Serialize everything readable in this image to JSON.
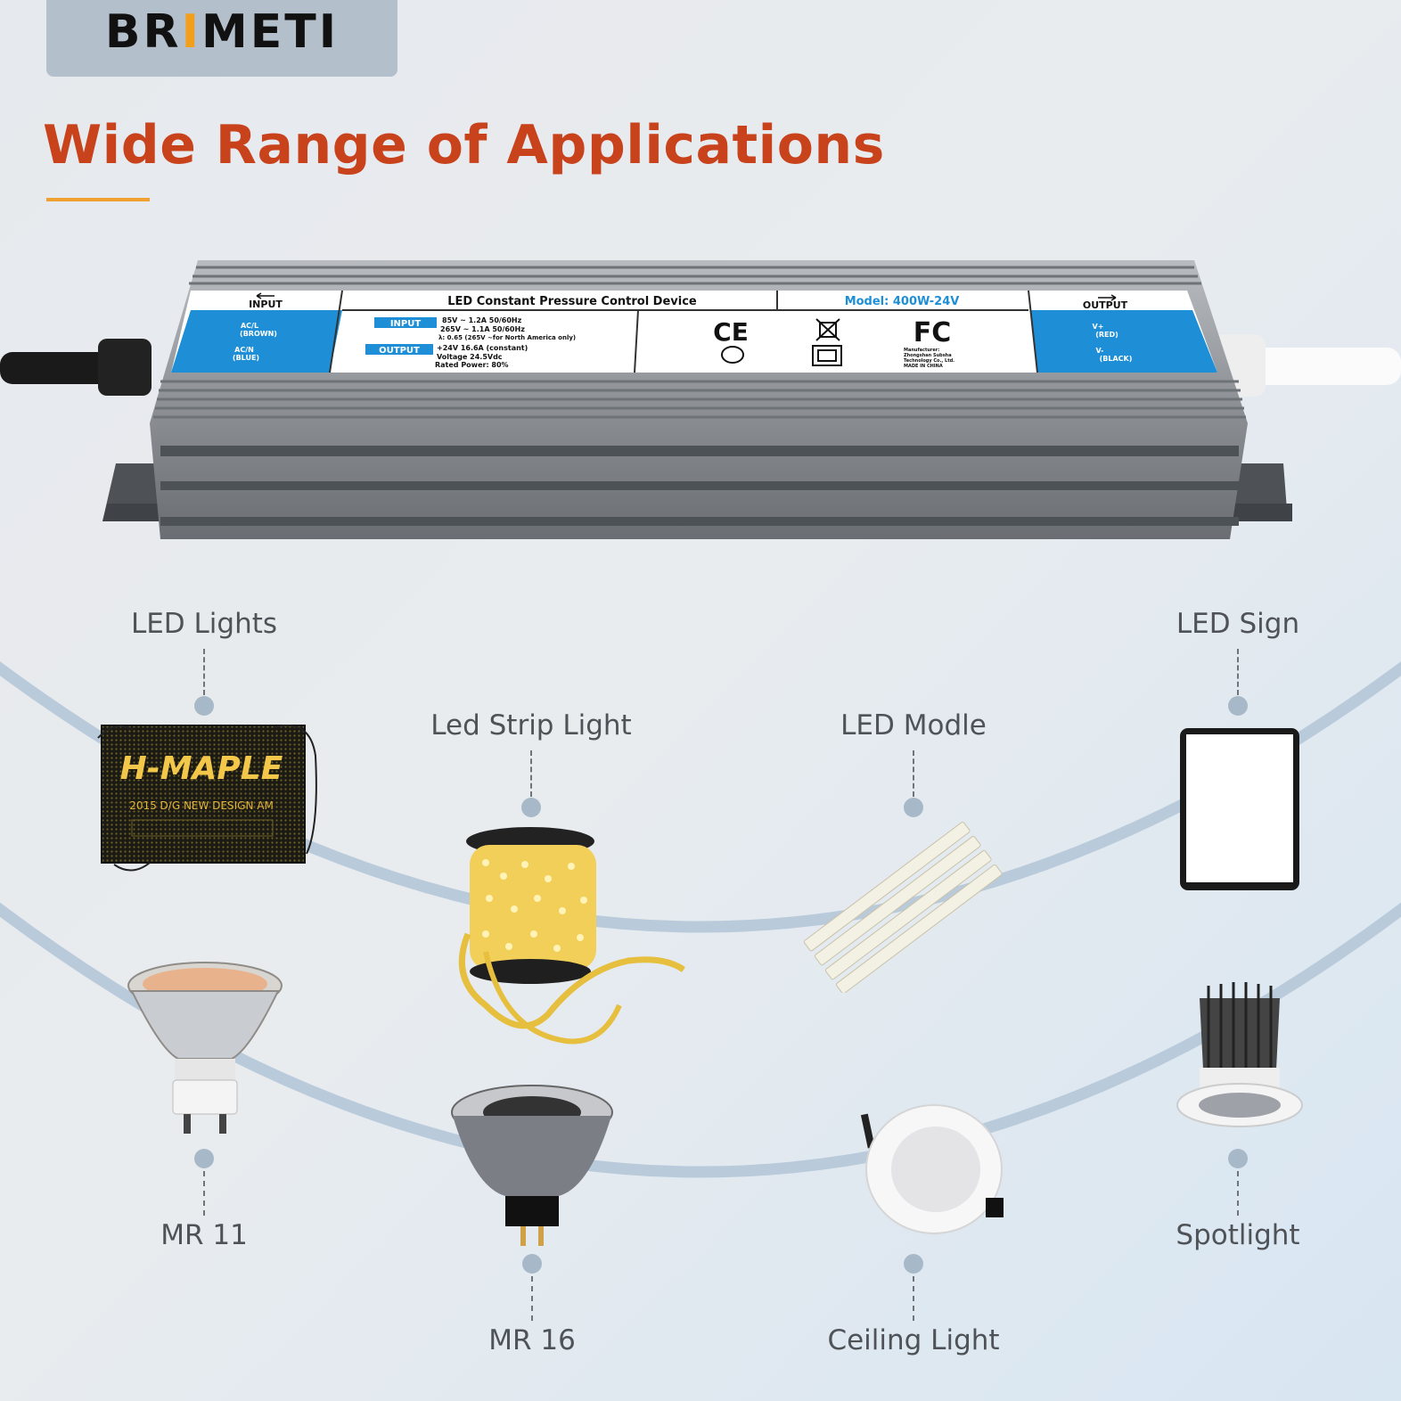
{
  "brand": {
    "logo_prefix": "BR",
    "logo_accent": "I",
    "logo_suffix": "METI"
  },
  "headline": "Wide Range of Applications",
  "device": {
    "input_header": "INPUT",
    "output_header": "OUTPUT",
    "title": "LED Constant Pressure Control Device",
    "model": "Model: 400W-24V",
    "input_wire_1": "AC/L",
    "input_wire_1b": "(BROWN)",
    "input_wire_2": "AC/N",
    "input_wire_2b": "(BLUE)",
    "input_tag": "INPUT",
    "input_spec_1": "85V ~ 1.2A 50/60Hz",
    "input_spec_2": "265V ~ 1.1A 50/60Hz",
    "input_spec_3": "λ: 0.65 (265V ~for North America only)",
    "output_tag": "OUTPUT",
    "output_spec_1": "+24V 16.6A (constant)",
    "output_spec_2": "Voltage 24.5Vdc",
    "output_spec_3": "Rated Power: 80%",
    "cert_ce": "CE",
    "cert_fcc": "FC",
    "manufacturer_1": "Manufacturer:",
    "manufacturer_2": "Zhongshan Subsha",
    "manufacturer_3": "Technology Co., Ltd.",
    "made_in": "MADE IN CHINA",
    "output_wire_1": "V+",
    "output_wire_1b": "(RED)",
    "output_wire_2": "V-",
    "output_wire_2b": "(BLACK)"
  },
  "applications": {
    "led_lights": "LED Lights",
    "led_strip_light": "Led Strip Light",
    "led_modle": "LED Modle",
    "led_sign": "LED Sign",
    "mr11": "MR 11",
    "mr16": "MR 16",
    "ceiling_light": "Ceiling Light",
    "spotlight": "Spotlight"
  },
  "sign_text": {
    "main": "H-MAPLE",
    "sub": "2015 D/G    NEW DESIGN AM"
  },
  "colors": {
    "headline": "#c8421c",
    "accent": "#f0a030",
    "label_blue": "#1e8fd6"
  }
}
